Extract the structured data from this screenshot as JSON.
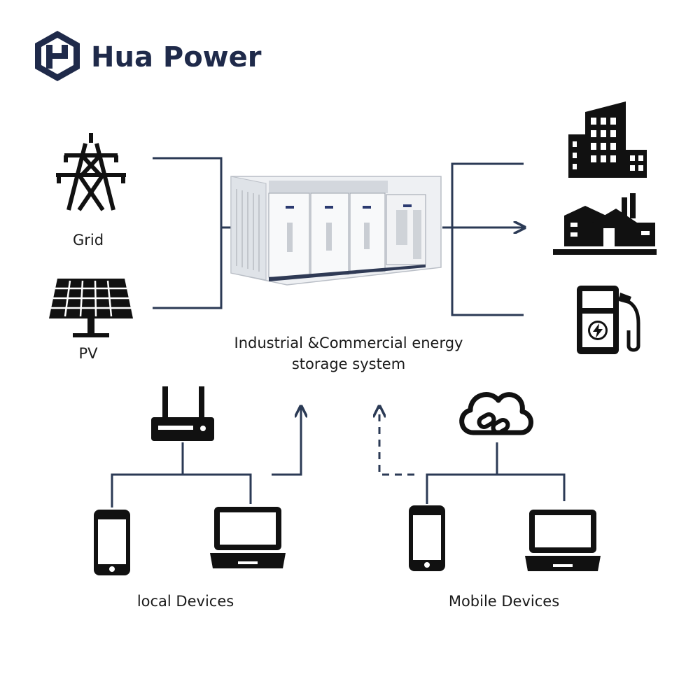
{
  "brand": {
    "name": "Hua Power",
    "color": "#1f2a4a",
    "logo_icon": "hexagon-hp-logo"
  },
  "sources": {
    "grid_label": "Grid",
    "pv_label": "PV"
  },
  "system": {
    "label_line1": "Industrial &Commercial energy",
    "label_line2": "storage system"
  },
  "loads": [
    {
      "icon": "building-icon"
    },
    {
      "icon": "factory-icon"
    },
    {
      "icon": "ev-charger-icon"
    }
  ],
  "devices": {
    "local_label": "local Devices",
    "mobile_label": "Mobile Devices"
  },
  "colors": {
    "line": "#2b3a55",
    "icon": "#111111"
  }
}
